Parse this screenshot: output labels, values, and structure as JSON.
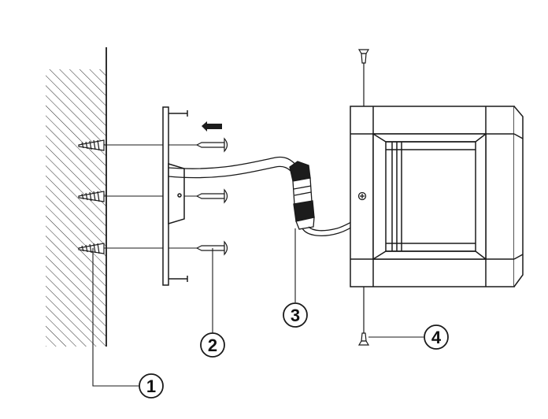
{
  "callouts": {
    "wall_anchor": "1",
    "mounting_screw": "2",
    "cable_connector": "3",
    "fixing_screw": "4"
  },
  "colors": {
    "line": "#1a1a1a",
    "hatch": "#2b2b2b",
    "fill_light": "#ffffff",
    "fill_dark": "#1c1c1c"
  }
}
